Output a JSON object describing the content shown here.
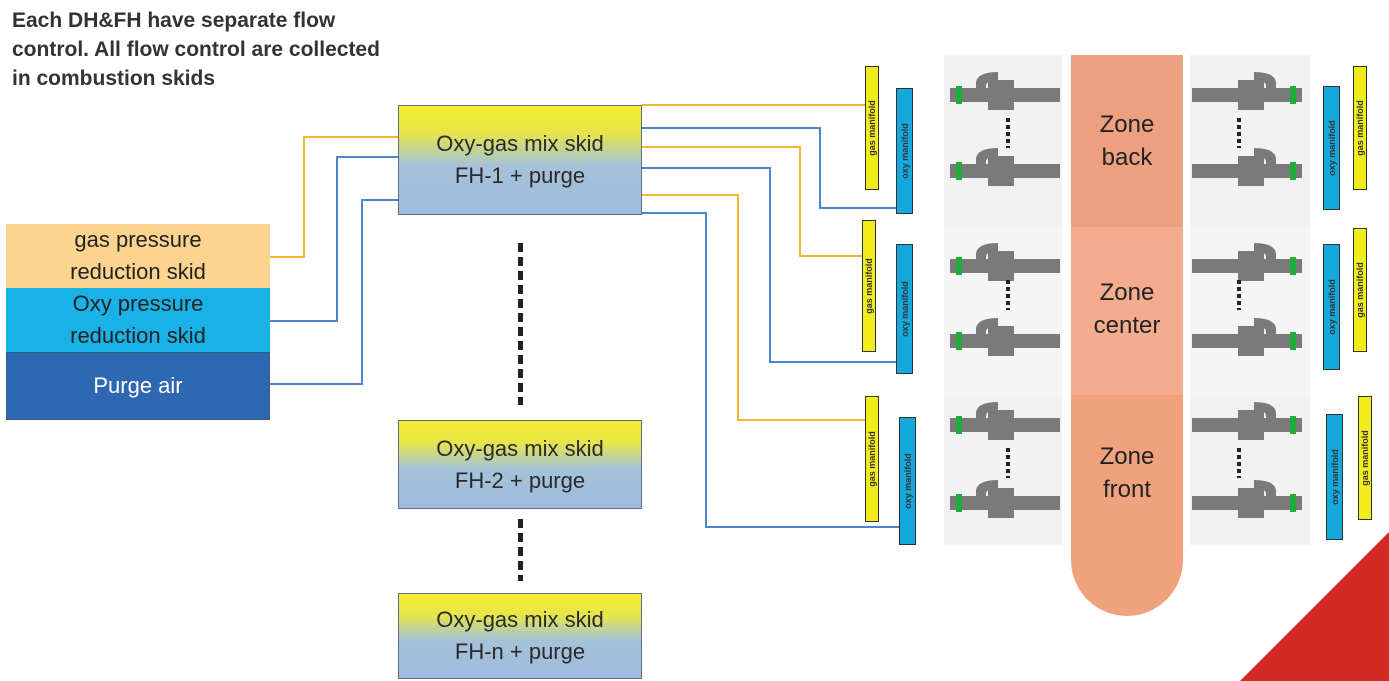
{
  "heading": {
    "line1": "Each DH&FH have separate flow",
    "line2": "control. All flow control are collected",
    "line3": "in combustion skids"
  },
  "supply": {
    "gas": {
      "line1": "gas pressure",
      "line2": "reduction skid",
      "color": "#fcd38f"
    },
    "oxy": {
      "line1": "Oxy pressure",
      "line2": "reduction skid",
      "color": "#19b1e6"
    },
    "purge": {
      "label": "Purge air",
      "color": "#2e68b3"
    }
  },
  "skids": [
    {
      "title": "Oxy-gas mix skid",
      "sub": "FH-1 + purge"
    },
    {
      "title": "Oxy-gas mix skid",
      "sub": "FH-2 + purge"
    },
    {
      "title": "Oxy-gas mix skid",
      "sub": "FH-n + purge"
    }
  ],
  "manifolds": {
    "gas": "gas manifold",
    "oxy": "oxy manifold"
  },
  "zones": [
    {
      "line1": "Zone",
      "line2": "back"
    },
    {
      "line1": "Zone",
      "line2": "center"
    },
    {
      "line1": "Zone",
      "line2": "front"
    }
  ],
  "colors": {
    "gas_line": "#f5b536",
    "oxy_line": "#4a86c9",
    "furnace": "#f0a27f",
    "corner_accent": "#d32a26",
    "burner": "#7a7a7a",
    "burner_ring": "#1fae3a"
  },
  "icons": [
    "burner-icon",
    "ellipsis-dots-icon",
    "corner-accent"
  ]
}
